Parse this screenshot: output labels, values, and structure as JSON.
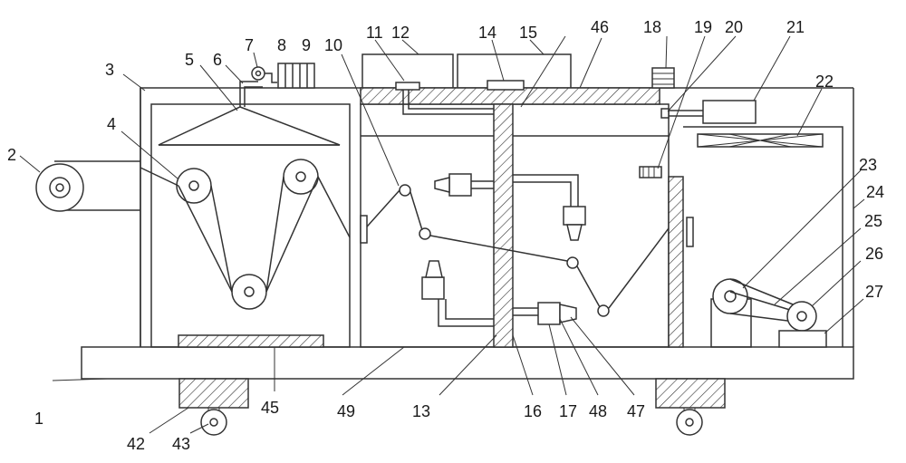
{
  "labels": [
    {
      "id": "1",
      "text": "1"
    },
    {
      "id": "2",
      "text": "2"
    },
    {
      "id": "3",
      "text": "3"
    },
    {
      "id": "4",
      "text": "4"
    },
    {
      "id": "5",
      "text": "5"
    },
    {
      "id": "6",
      "text": "6"
    },
    {
      "id": "7",
      "text": "7"
    },
    {
      "id": "8",
      "text": "8"
    },
    {
      "id": "9",
      "text": "9"
    },
    {
      "id": "10",
      "text": "10"
    },
    {
      "id": "11",
      "text": "11"
    },
    {
      "id": "12",
      "text": "12"
    },
    {
      "id": "13",
      "text": "13"
    },
    {
      "id": "14",
      "text": "14"
    },
    {
      "id": "15",
      "text": "15"
    },
    {
      "id": "16",
      "text": "16"
    },
    {
      "id": "17",
      "text": "17"
    },
    {
      "id": "18",
      "text": "18"
    },
    {
      "id": "19",
      "text": "19"
    },
    {
      "id": "20",
      "text": "20"
    },
    {
      "id": "21",
      "text": "21"
    },
    {
      "id": "22",
      "text": "22"
    },
    {
      "id": "23",
      "text": "23"
    },
    {
      "id": "24",
      "text": "24"
    },
    {
      "id": "25",
      "text": "25"
    },
    {
      "id": "26",
      "text": "26"
    },
    {
      "id": "27",
      "text": "27"
    },
    {
      "id": "42",
      "text": "42"
    },
    {
      "id": "43",
      "text": "43"
    },
    {
      "id": "45",
      "text": "45"
    },
    {
      "id": "46",
      "text": "46"
    },
    {
      "id": "47",
      "text": "47"
    },
    {
      "id": "48",
      "text": "48"
    },
    {
      "id": "49",
      "text": "49"
    }
  ]
}
